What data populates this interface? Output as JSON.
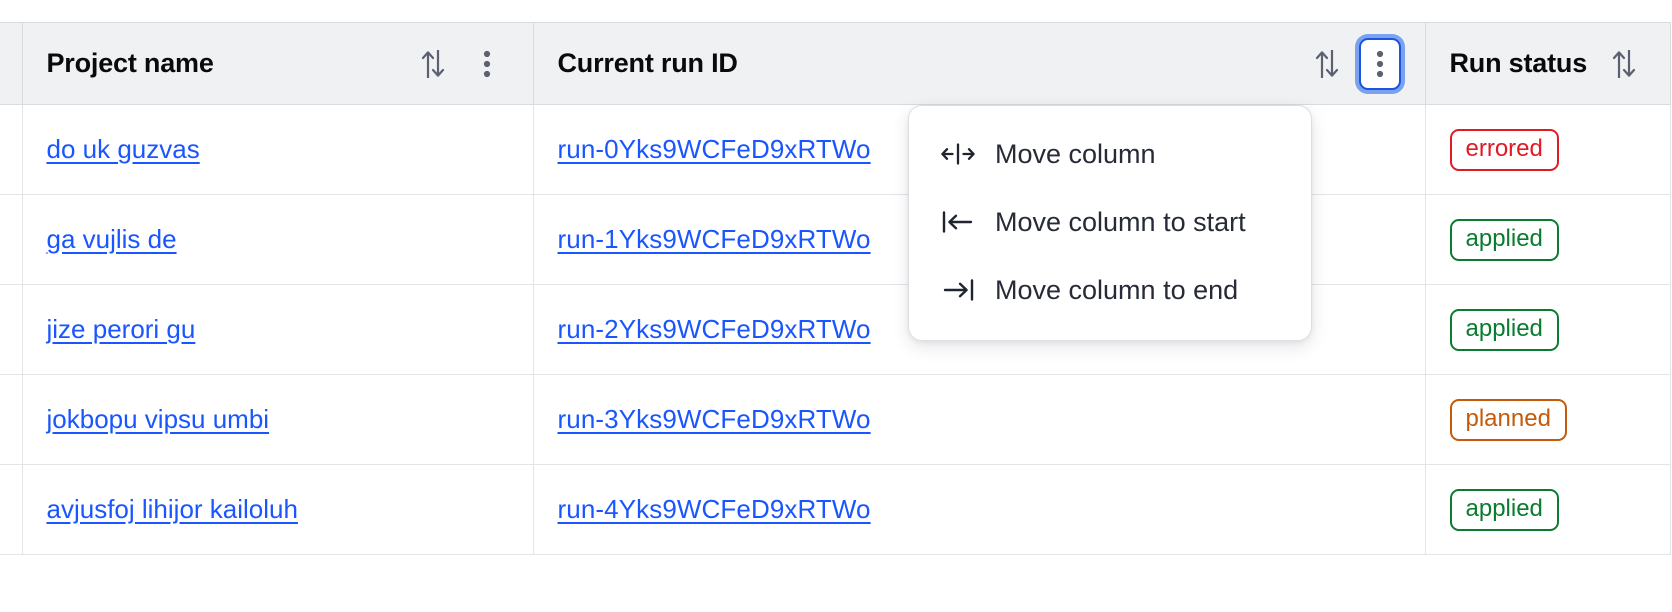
{
  "table": {
    "columns": [
      {
        "key": "project_name",
        "label": "Project name",
        "sort_icon": "sort-arrows-icon",
        "menu_icon": "kebab-menu-icon",
        "menu_focused": false
      },
      {
        "key": "current_run_id",
        "label": "Current run ID",
        "sort_icon": "sort-arrows-icon",
        "menu_icon": "kebab-menu-icon",
        "menu_focused": true
      },
      {
        "key": "run_status",
        "label": "Run status",
        "sort_icon": "sort-arrows-icon",
        "menu_icon": "kebab-menu-icon",
        "menu_focused": false
      }
    ],
    "rows": [
      {
        "project_name": "do uk guzvas",
        "current_run_id": "run-0Yks9WCFeD9xRTWo",
        "run_status": "errored",
        "run_status_variant": "errored"
      },
      {
        "project_name": "ga vujlis de",
        "current_run_id": "run-1Yks9WCFeD9xRTWo",
        "run_status": "applied",
        "run_status_variant": "applied"
      },
      {
        "project_name": "jize perori gu",
        "current_run_id": "run-2Yks9WCFeD9xRTWo",
        "run_status": "applied",
        "run_status_variant": "applied"
      },
      {
        "project_name": "jokbopu vipsu umbi",
        "current_run_id": "run-3Yks9WCFeD9xRTWo",
        "run_status": "planned",
        "run_status_variant": "planned"
      },
      {
        "project_name": "avjusfoj lihijor kailoluh",
        "current_run_id": "run-4Yks9WCFeD9xRTWo",
        "run_status": "applied",
        "run_status_variant": "applied"
      }
    ]
  },
  "column_menu": {
    "open_for_column": "Current run ID",
    "items": [
      {
        "label": "Move column",
        "icon": "move-column-icon"
      },
      {
        "label": "Move column to start",
        "icon": "move-column-to-start-icon"
      },
      {
        "label": "Move column to end",
        "icon": "move-column-to-end-icon"
      }
    ]
  },
  "colors": {
    "link": "#1a56ff",
    "header_bg": "#f0f1f3",
    "border": "#e3e4e8",
    "focus_blue": "#1a56db",
    "status_errored": "#e01b24",
    "status_applied": "#0a7c2f",
    "status_planned": "#c45a0a"
  }
}
